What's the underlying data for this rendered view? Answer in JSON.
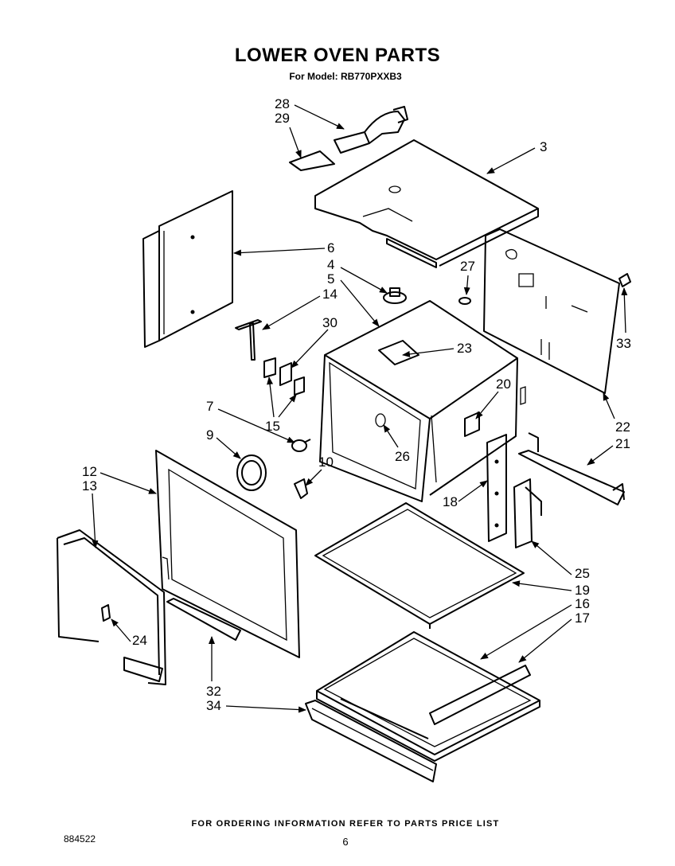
{
  "header": {
    "title": "LOWER OVEN PARTS",
    "subtitle": "For Model: RB770PXXB3"
  },
  "footer": {
    "ordering_note": "FOR ORDERING INFORMATION REFER TO PARTS PRICE LIST",
    "doc_number": "884522",
    "page_number": "6"
  },
  "callouts": [
    "28",
    "29",
    "3",
    "6",
    "4",
    "5",
    "27",
    "14",
    "30",
    "33",
    "23",
    "20",
    "7",
    "9",
    "15",
    "26",
    "10",
    "22",
    "21",
    "12",
    "13",
    "18",
    "25",
    "19",
    "16",
    "17",
    "24",
    "32",
    "34"
  ]
}
